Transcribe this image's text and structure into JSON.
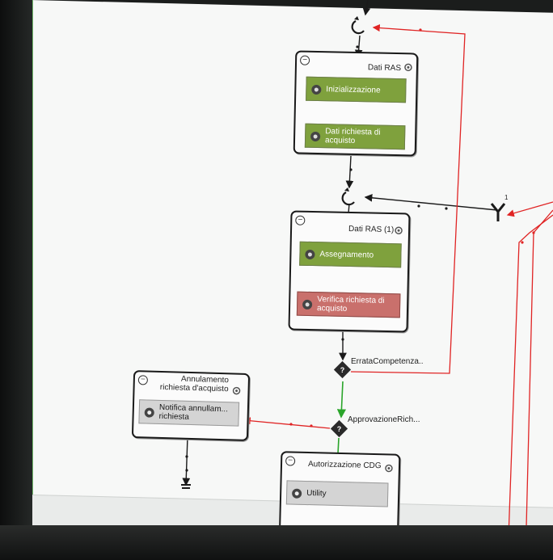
{
  "diagram": {
    "groups": [
      {
        "title": "Dati RAS",
        "tasks": [
          "Inizializzazione",
          "Dati richiesta di acquisto"
        ]
      },
      {
        "title": "Dati RAS (1)",
        "tasks": [
          "Assegnamento",
          "Verifica richiesta di acquisto"
        ]
      },
      {
        "title": "Annulamento richiesta d'acquisto",
        "tasks": [
          "Notifica annullam... richiesta"
        ]
      },
      {
        "title": "Autorizzazione CDG",
        "tasks": [
          "Utility"
        ]
      }
    ],
    "decisions": [
      "ErrataCompetenza..",
      "ApprovazioneRich..."
    ],
    "merge_count": "1"
  },
  "colors": {
    "task_green": "#7fa13d",
    "task_red": "#c9706c",
    "task_gray": "#d4d4d4",
    "flow_red": "#e02424",
    "flow_green": "#2aa52a",
    "flow_black": "#1a1a1a"
  },
  "icons": [
    "gear-icon",
    "settings-icon",
    "collapse-icon",
    "decision-icon",
    "loop-icon",
    "merge-icon"
  ]
}
